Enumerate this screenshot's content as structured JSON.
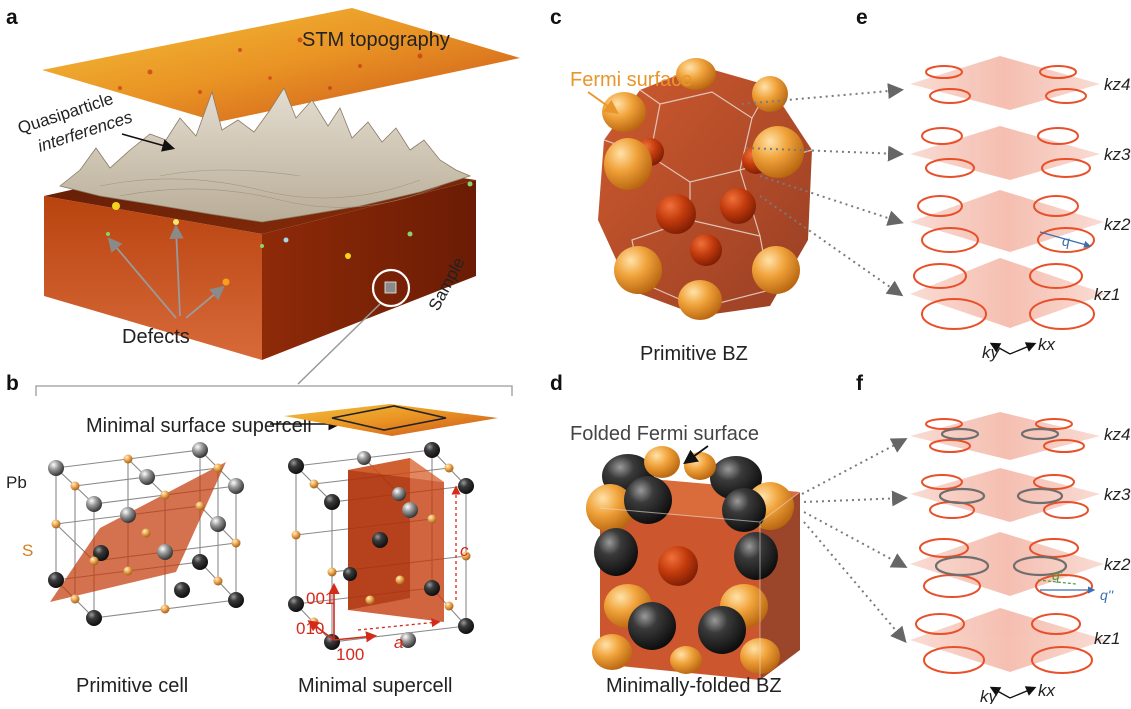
{
  "panels": {
    "a": {
      "letter": "a",
      "stm_title": "STM topography",
      "qpi_line1": "Quasiparticle",
      "qpi_line2": "interferences",
      "defects_label": "Defects",
      "sample_label": "Sample"
    },
    "b": {
      "letter": "b",
      "supercell_label": "Minimal surface supercell",
      "pb_label": "Pb",
      "s_label": "S",
      "axis_001": "001",
      "axis_010": "010",
      "axis_100": "100",
      "lattice_a": "a",
      "lattice_c": "c",
      "caption_primitive": "Primitive cell",
      "caption_minimal": "Minimal supercell"
    },
    "c": {
      "letter": "c",
      "fermi_label": "Fermi surface",
      "caption": "Primitive BZ"
    },
    "d": {
      "letter": "d",
      "folded_label": "Folded Fermi surface",
      "caption": "Minimally-folded BZ"
    },
    "e": {
      "letter": "e",
      "kz4": "kz4",
      "kz3": "kz3",
      "kz2": "kz2",
      "kz1": "kz1",
      "q": "q",
      "ky": "ky",
      "kx": "kx"
    },
    "f": {
      "letter": "f",
      "kz4": "kz4",
      "kz3": "kz3",
      "kz2": "kz2",
      "kz1": "kz1",
      "q_prime": "q'",
      "q_double": "q''",
      "ky": "ky",
      "kx": "kx"
    }
  },
  "colors": {
    "orange": "#e8962c",
    "dark_red": "#a82a08",
    "black_sphere": "#1e1e1e",
    "contour_orange": "#e8502a",
    "contour_gray": "#6e6e6e",
    "plane_pink": "#f7c7bc",
    "annotation_red": "#d42a1a",
    "q_blue": "#3a6fb0",
    "q_green": "#4e9a3a"
  }
}
